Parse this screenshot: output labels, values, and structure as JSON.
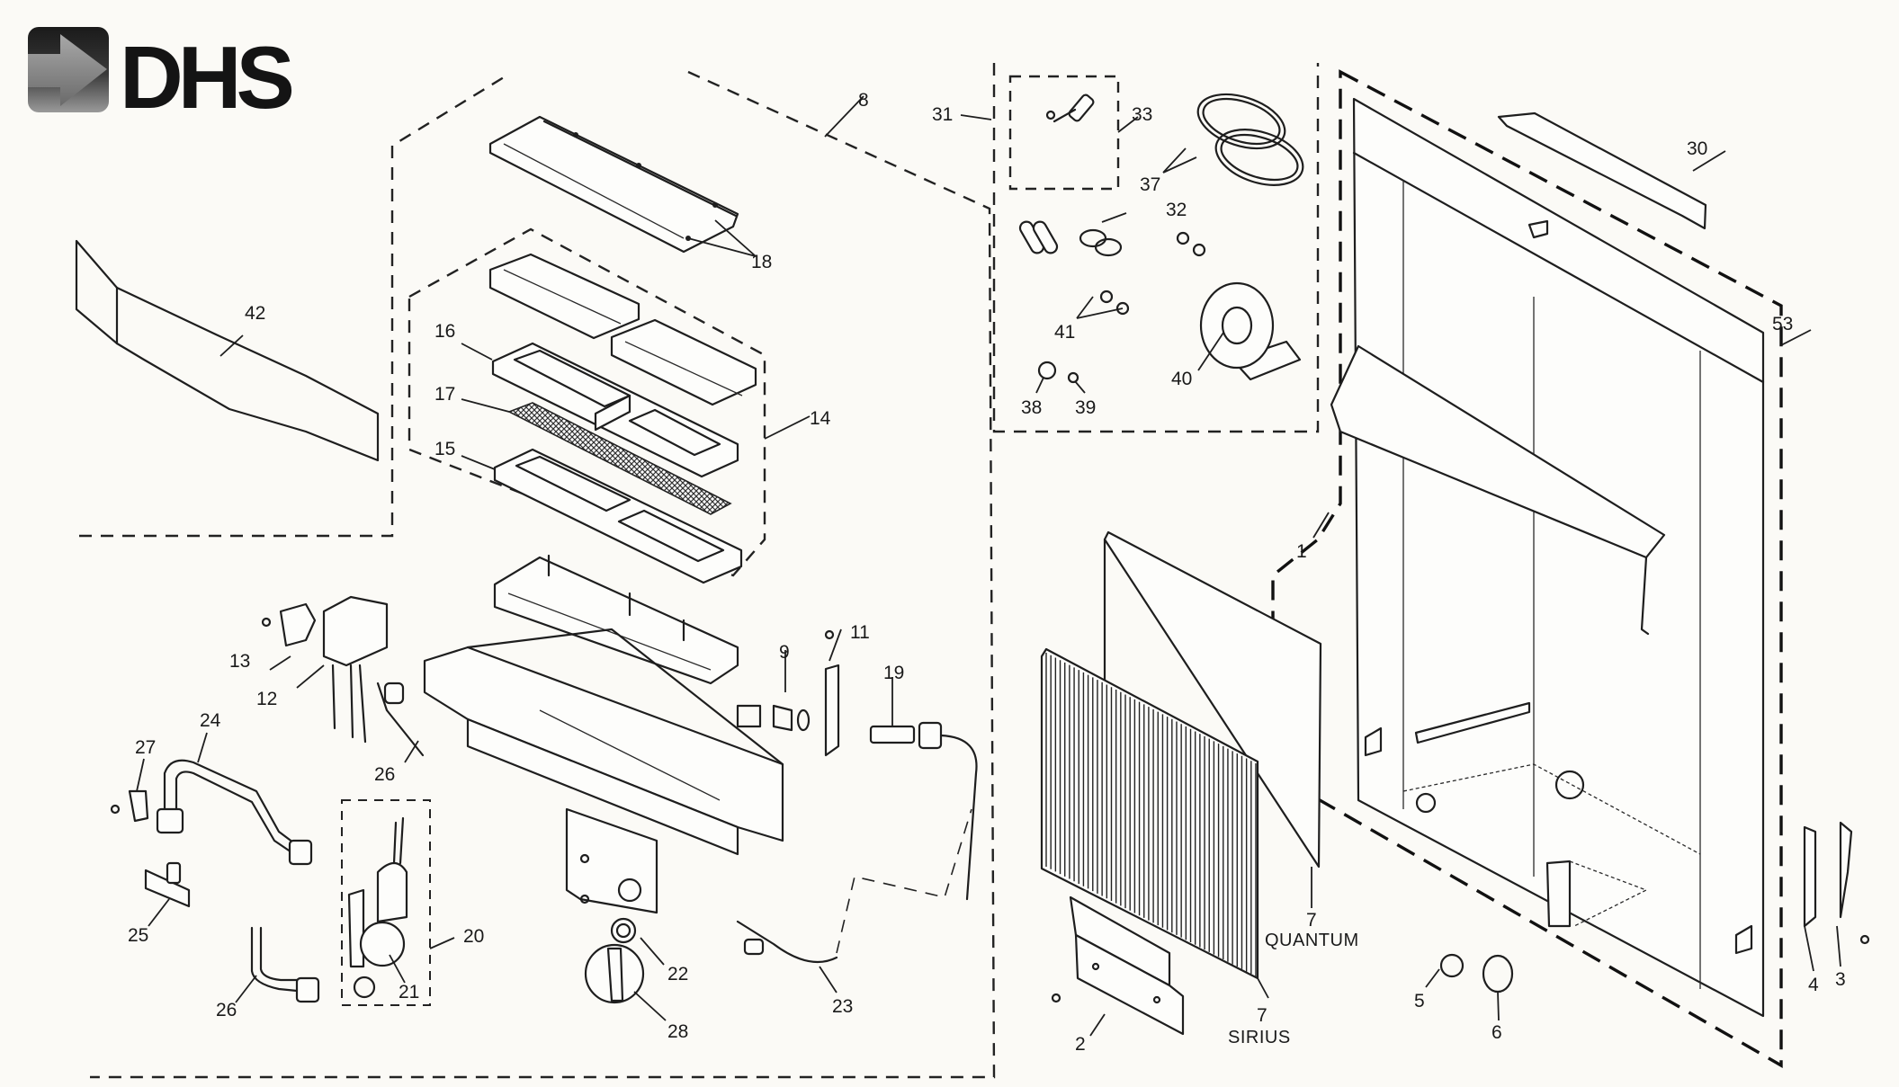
{
  "brand": {
    "logo_text": "DHS",
    "logo_icon": "arrow-right-icon"
  },
  "diagram": {
    "title": "Exploded parts diagram",
    "callouts": {
      "c1": "1",
      "c2": "2",
      "c3": "3",
      "c4": "4",
      "c5": "5",
      "c6": "6",
      "c7q": "7",
      "c7s": "7",
      "c8": "8",
      "c9": "9",
      "c11": "11",
      "c12": "12",
      "c13": "13",
      "c14": "14",
      "c15": "15",
      "c16": "16",
      "c17": "17",
      "c18": "18",
      "c19": "19",
      "c20": "20",
      "c21": "21",
      "c22": "22",
      "c23": "23",
      "c24": "24",
      "c25": "25",
      "c26a": "26",
      "c26b": "26",
      "c27": "27",
      "c28": "28",
      "c30": "30",
      "c31": "31",
      "c32": "32",
      "c33": "33",
      "c37": "37",
      "c38": "38",
      "c39": "39",
      "c40": "40",
      "c41": "41",
      "c42": "42",
      "c53": "53"
    },
    "variants": {
      "quantum": "QUANTUM",
      "sirius": "SIRIUS"
    }
  }
}
